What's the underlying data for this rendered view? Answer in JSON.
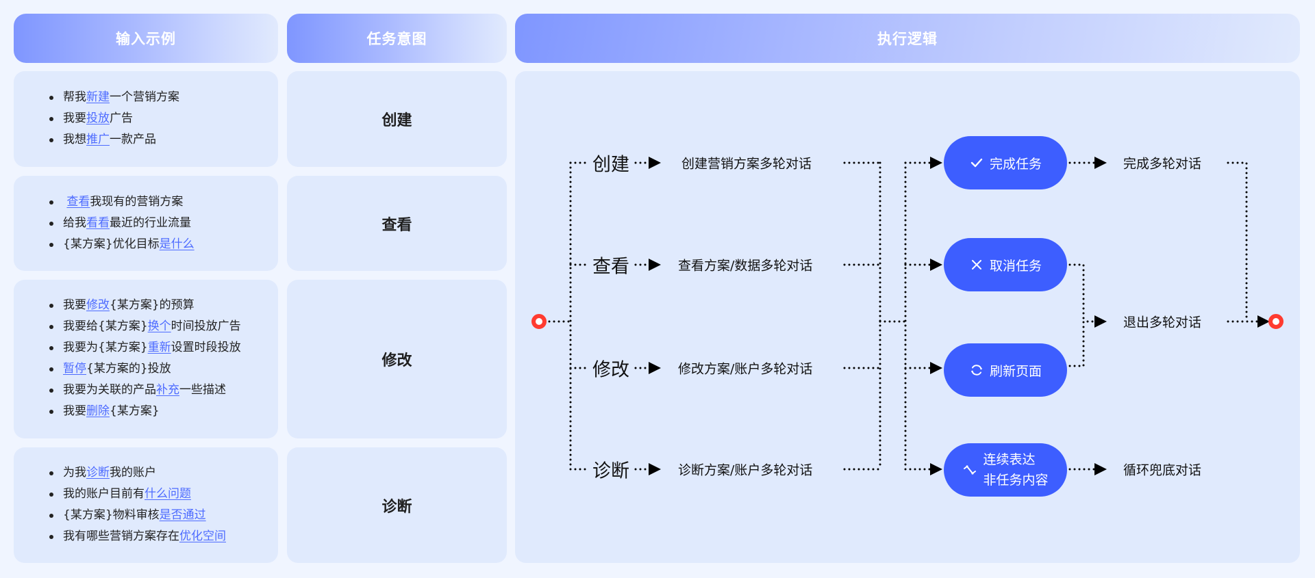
{
  "headers": {
    "examples": "输入示例",
    "intent": "任务意图",
    "logic": "执行逻辑"
  },
  "rows": [
    {
      "intent": "创建",
      "examples": [
        {
          "pre": "帮我",
          "kw": "新建",
          "post": "一个营销方案"
        },
        {
          "pre": "我要",
          "kw": "投放",
          "post": "广告"
        },
        {
          "pre": "我想",
          "kw": "推广",
          "post": "一款产品"
        }
      ]
    },
    {
      "intent": "查看",
      "examples": [
        {
          "pre": " ",
          "kw": "查看",
          "post": "我现有的营销方案"
        },
        {
          "pre": "给我",
          "kw": "看看",
          "post": "最近的行业流量"
        },
        {
          "pre": "{某方案}优化目标",
          "kw": "是什么",
          "post": ""
        }
      ]
    },
    {
      "intent": "修改",
      "examples": [
        {
          "pre": "我要",
          "kw": "修改",
          "post": "{某方案}的预算"
        },
        {
          "pre": "我要给{某方案}",
          "kw": "换个",
          "post": "时间投放广告"
        },
        {
          "pre": "我要为{某方案}",
          "kw": "重新",
          "post": "设置时段投放"
        },
        {
          "pre": "",
          "kw": "暂停",
          "post": "{某方案的}投放"
        },
        {
          "pre": "我要为关联的产品",
          "kw": "补充",
          "post": "一些描述"
        },
        {
          "pre": "我要",
          "kw": "删除",
          "post": "{某方案}"
        }
      ]
    },
    {
      "intent": "诊断",
      "examples": [
        {
          "pre": "为我",
          "kw": "诊断",
          "post": "我的账户"
        },
        {
          "pre": "我的账户目前有",
          "kw": "什么问题",
          "post": ""
        },
        {
          "pre": "{某方案}物料审核",
          "kw": "是否通过",
          "post": ""
        },
        {
          "pre": "我有哪些营销方案存在",
          "kw": "优化空间",
          "post": ""
        }
      ]
    }
  ],
  "flow": {
    "branches": [
      {
        "intent": "创建",
        "desc": "创建营销方案多轮对话"
      },
      {
        "intent": "查看",
        "desc": "查看方案/数据多轮对话"
      },
      {
        "intent": "修改",
        "desc": "修改方案/账户多轮对话"
      },
      {
        "intent": "诊断",
        "desc": "诊断方案/账户多轮对话"
      }
    ],
    "actions": [
      {
        "icon": "check-icon",
        "label": "完成任务"
      },
      {
        "icon": "close-icon",
        "label": "取消任务"
      },
      {
        "icon": "refresh-icon",
        "label": "刷新页面"
      },
      {
        "icon": "zigzag-icon",
        "label_line1": "连续表达",
        "label_line2": "非任务内容"
      }
    ],
    "outcomes": {
      "complete": "完成多轮对话",
      "exit": "退出多轮对话",
      "fallback": "循环兜底对话"
    },
    "colors": {
      "pill": "#3d5eff",
      "keyword": "#4d6bff",
      "node": "#ff3b30"
    }
  }
}
